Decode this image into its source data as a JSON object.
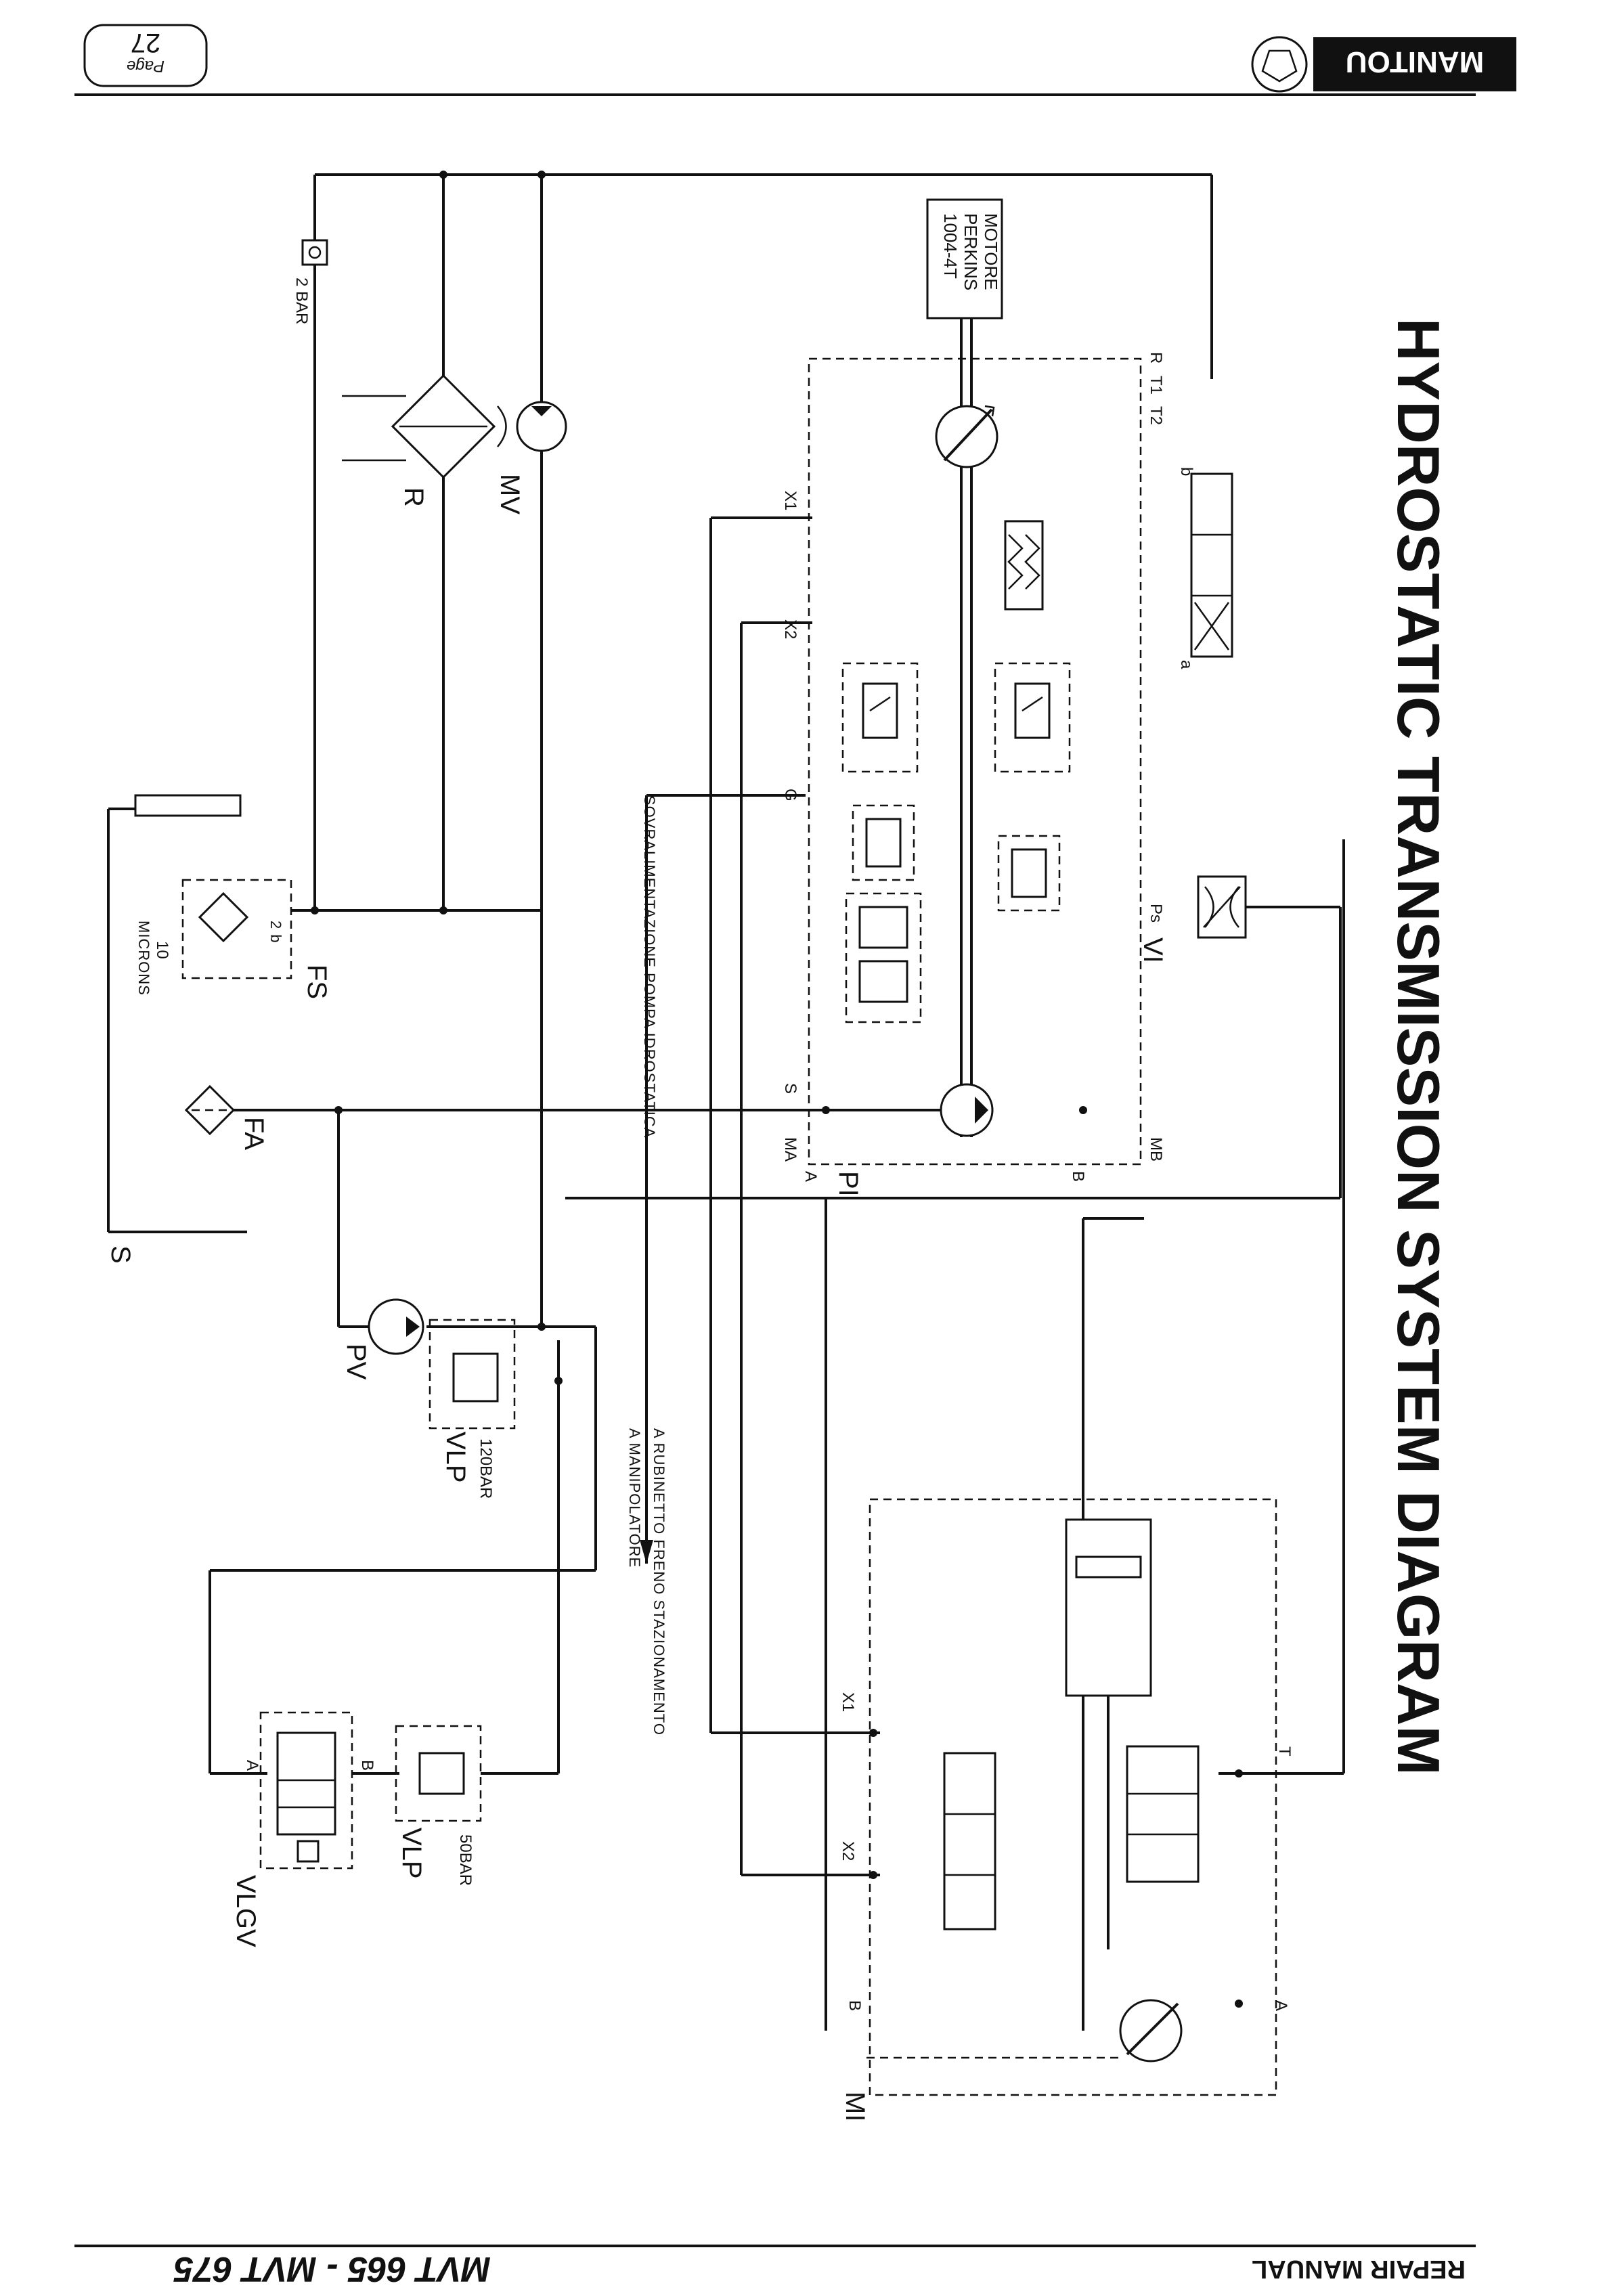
{
  "header": {
    "page_label": "Page",
    "page_number": "27",
    "brand": "MANITOU"
  },
  "title": "HYDROSTATIC TRANSMISSION SYSTEM DIAGRAM",
  "footer": {
    "manual": "REPAIR MANUAL",
    "models": "MVT 665 - MVT 675"
  },
  "engine": {
    "line1": "MOTORE",
    "line2": "PERKINS",
    "line3": "1004-4T"
  },
  "components": {
    "MV": "MV",
    "R": "R",
    "FS": "FS",
    "FA": "FA",
    "PV": "PV",
    "VI": "VI",
    "PI": "PI",
    "MI": "MI",
    "VLP_upper": "VLP",
    "VLP_lower": "VLP",
    "VLGV": "VLGV",
    "S": "S"
  },
  "values": {
    "bar2": "2 BAR",
    "bar120": "120BAR",
    "bar50": "50BAR",
    "microns_value": "10",
    "microns_unit": "MICRONS"
  },
  "ports": {
    "R": "R",
    "T1": "T1",
    "T2": "T2",
    "X1_top": "X1",
    "X2_top": "X2",
    "G": "G",
    "S": "S",
    "MA": "MA",
    "A_pump": "A",
    "B_pump": "B",
    "MB": "MB",
    "Ps": "Ps",
    "a": "a",
    "b": "b",
    "X1_bottom": "X1",
    "X2_bottom": "X2",
    "T": "T",
    "A_motor": "A",
    "B_motor": "B",
    "A_vlgv": "A",
    "B_vlgv": "B",
    "filter_bypass": "2 b"
  },
  "notes": {
    "boost": "SOVRALIMENTAZIONE POMPA IDROSTATICA",
    "brake": "A RUBINETTO FRENO STAZIONAMENTO",
    "manip": "A MANIPOLATORE"
  }
}
